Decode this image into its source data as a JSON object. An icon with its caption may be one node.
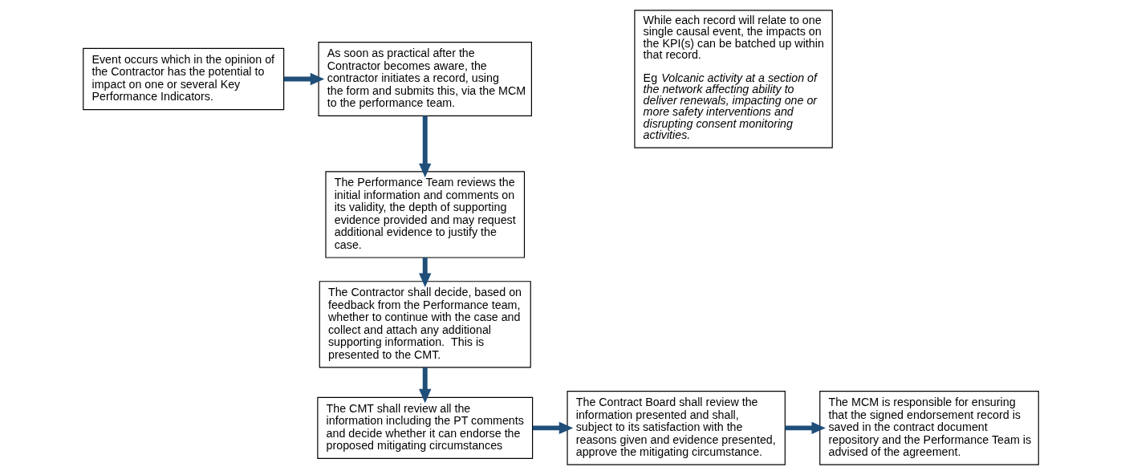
{
  "diagram": {
    "nodes": [
      {
        "text": [
          "Event occurs which in the opinion of the Contractor has the potential to impact on one or several Key Performance Indicators."
        ]
      },
      {
        "text": [
          "As soon as practical after the Contractor becomes aware, the contractor initiates a record, using the form and submits this, via the MCM to the performance team."
        ]
      },
      {
        "text": [
          "The Performance Team reviews the initial information and comments on its validity, the depth of supporting evidence provided and may request additional evidence to justify the case."
        ]
      },
      {
        "text": [
          "The Contractor shall decide, based on feedback from the Performance team, whether to continue with the case and collect and attach any additional supporting information.  This is presented to the CMT."
        ]
      },
      {
        "text": [
          "The CMT shall review all the information including the PT comments and decide whether it can endorse the proposed mitigating circumstances"
        ]
      },
      {
        "text": [
          "The Contract Board shall review the information presented and shall, subject to its satisfaction with the reasons given and evidence presented, approve the mitigating circumstance."
        ]
      },
      {
        "text": [
          "The MCM is responsible for ensuring that the signed endorsement record is saved in the contract document repository and the Performance Team is advised of the agreement."
        ]
      },
      {
        "text": [
          "While each record will relate to one single causal event, the impacts on the KPI(s) can be batched up within that record.",
          "Eg *Volcanic activity at a section of the network affecting ability to deliver renewals, impacting one or more safety interventions and disrupting consent monitoring activities.*"
        ]
      }
    ],
    "edges": [
      {
        "from": 0,
        "to": 1,
        "arrow": "to"
      },
      {
        "from": 1,
        "to": 2,
        "arrow": "to"
      },
      {
        "from": 2,
        "to": 3,
        "arrow": "to"
      },
      {
        "from": 3,
        "to": 4,
        "arrow": "to"
      },
      {
        "from": 4,
        "to": 5,
        "arrow": "to"
      },
      {
        "from": 5,
        "to": 6,
        "arrow": "to"
      }
    ]
  }
}
